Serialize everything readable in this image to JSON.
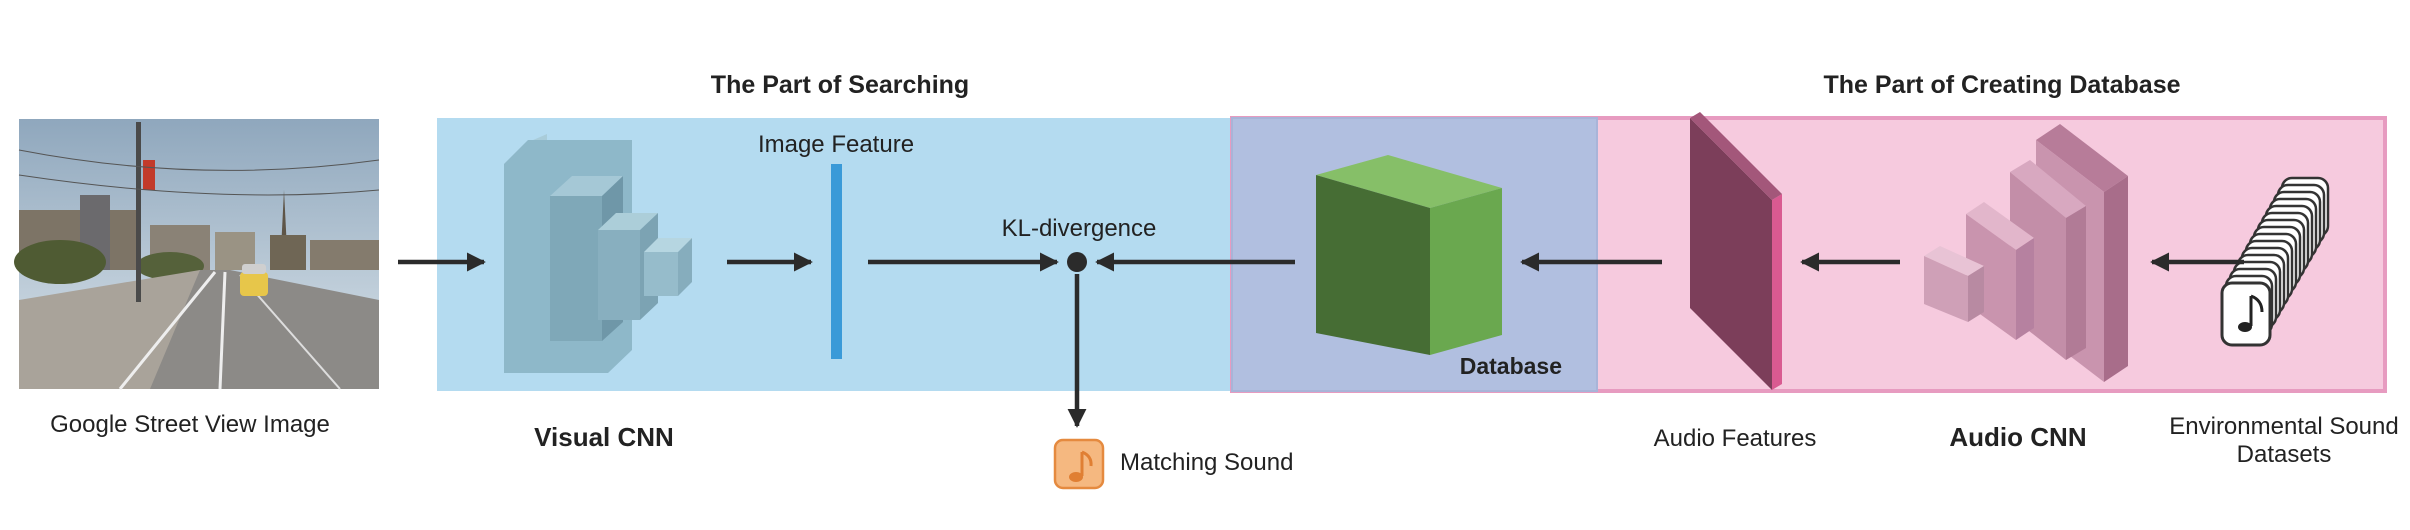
{
  "sections": {
    "searching_title": "The Part of Searching",
    "database_title": "The Part of Creating Database"
  },
  "labels": {
    "street_view": "Google Street View Image",
    "visual_cnn": "Visual CNN",
    "image_feature": "Image Feature",
    "kl_divergence": "KL-divergence",
    "database": "Database",
    "matching_sound": "Matching Sound",
    "audio_features": "Audio Features",
    "audio_cnn": "Audio CNN",
    "env_sound_line1": "Environmental Sound",
    "env_sound_line2": "Datasets"
  },
  "icons": {
    "music_note": "music-note-icon",
    "matching_sound": "music-note-icon"
  },
  "colors": {
    "searching_bg": "#b4dbf0",
    "overlap_bg": "#b1bfe0",
    "database_bg": "#f6cade",
    "database_cube": "#6aa84f",
    "visual_cnn": "#8eb8c9",
    "audio_cnn": "#c38ea8",
    "image_feature_bar": "#3a9ad8",
    "audio_feature_slab": "#7c3e5a",
    "matching_sound_icon": "#f5b880"
  }
}
